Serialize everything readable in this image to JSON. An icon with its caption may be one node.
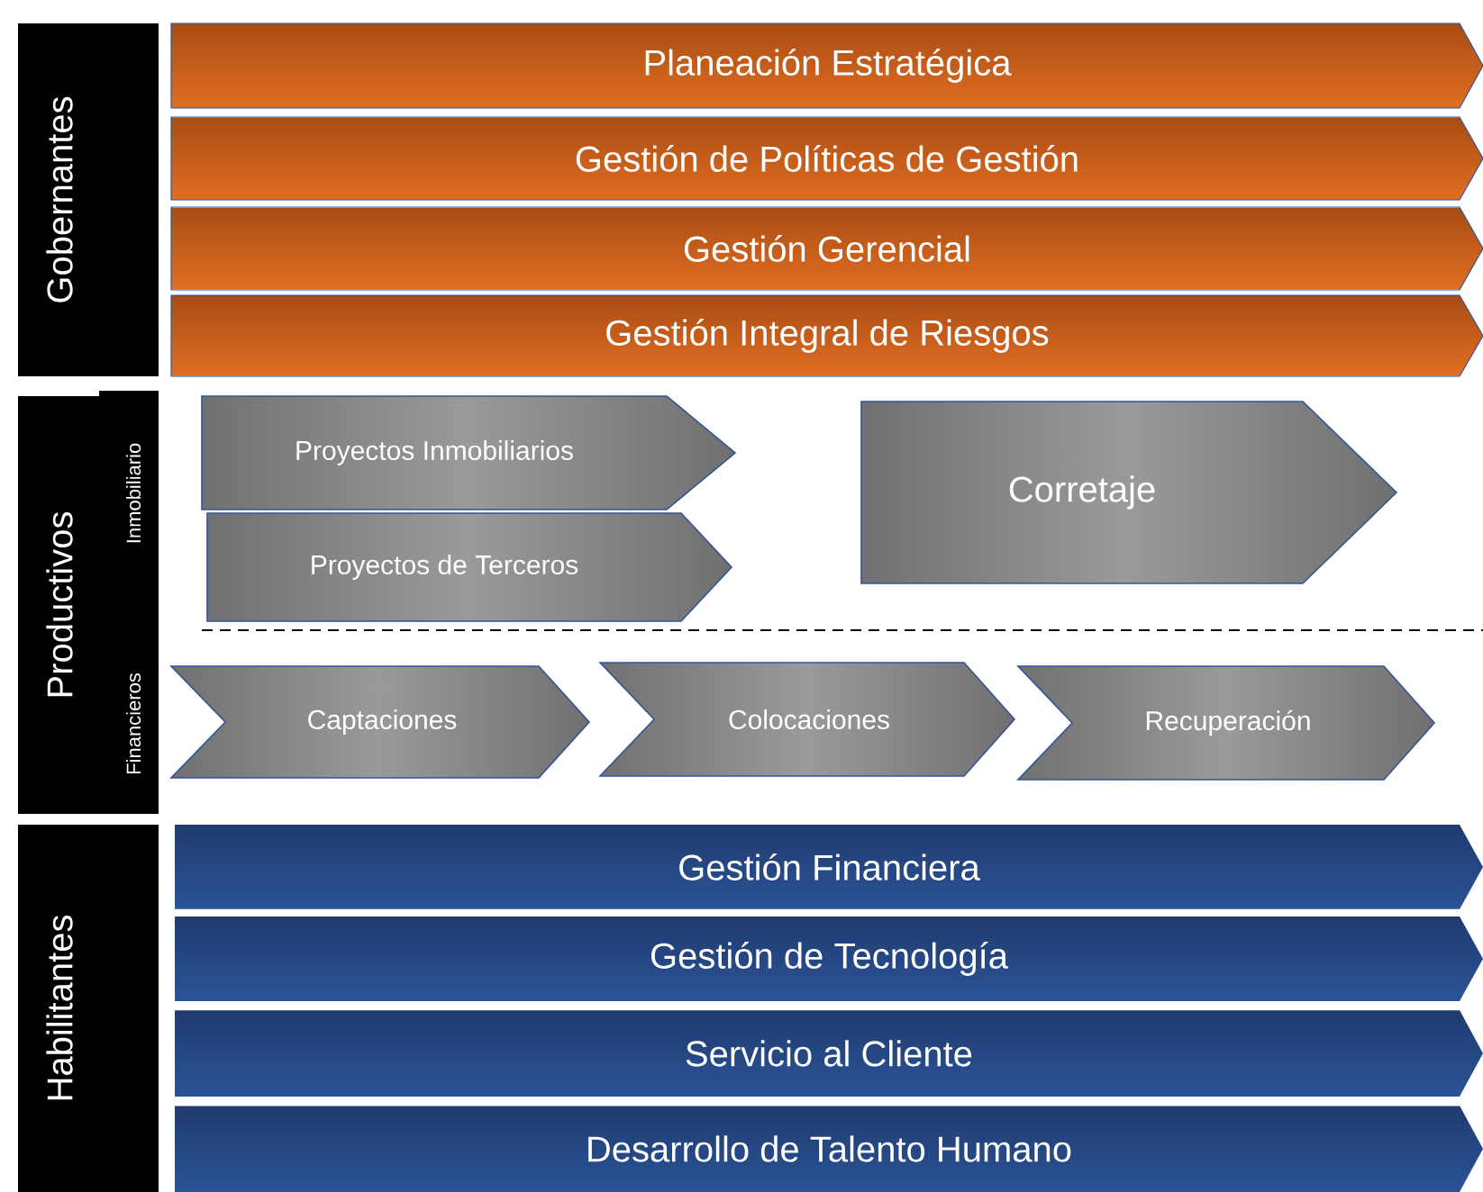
{
  "diagram": {
    "nodes": [
      {
        "text": [
          "Gobernantes"
        ]
      },
      {
        "text": [
          "Planeación Estratégica"
        ]
      },
      {
        "text": [
          "Gestión de Políticas de Gestión"
        ]
      },
      {
        "text": [
          "Gestión Gerencial"
        ]
      },
      {
        "text": [
          "Gestión Integral de Riesgos"
        ]
      },
      {
        "text": [
          "Productivos",
          "Inmobiliario",
          "Financieros"
        ]
      },
      {
        "text": [
          "Proyectos Inmobiliarios"
        ]
      },
      {
        "text": [
          "Proyectos de Terceros"
        ]
      },
      {
        "text": [
          "Corretaje"
        ]
      },
      {
        "text": [
          "Captaciones"
        ]
      },
      {
        "text": [
          "Colocaciones"
        ]
      },
      {
        "text": [
          "Recuperación"
        ]
      },
      {
        "text": [
          "Habilitantes"
        ]
      },
      {
        "text": [
          "Gestión Financiera"
        ]
      },
      {
        "text": [
          "Gestión de Tecnología"
        ]
      },
      {
        "text": [
          "Servicio al Cliente"
        ]
      },
      {
        "text": [
          "Desarrollo de Talento Humano"
        ]
      }
    ]
  }
}
